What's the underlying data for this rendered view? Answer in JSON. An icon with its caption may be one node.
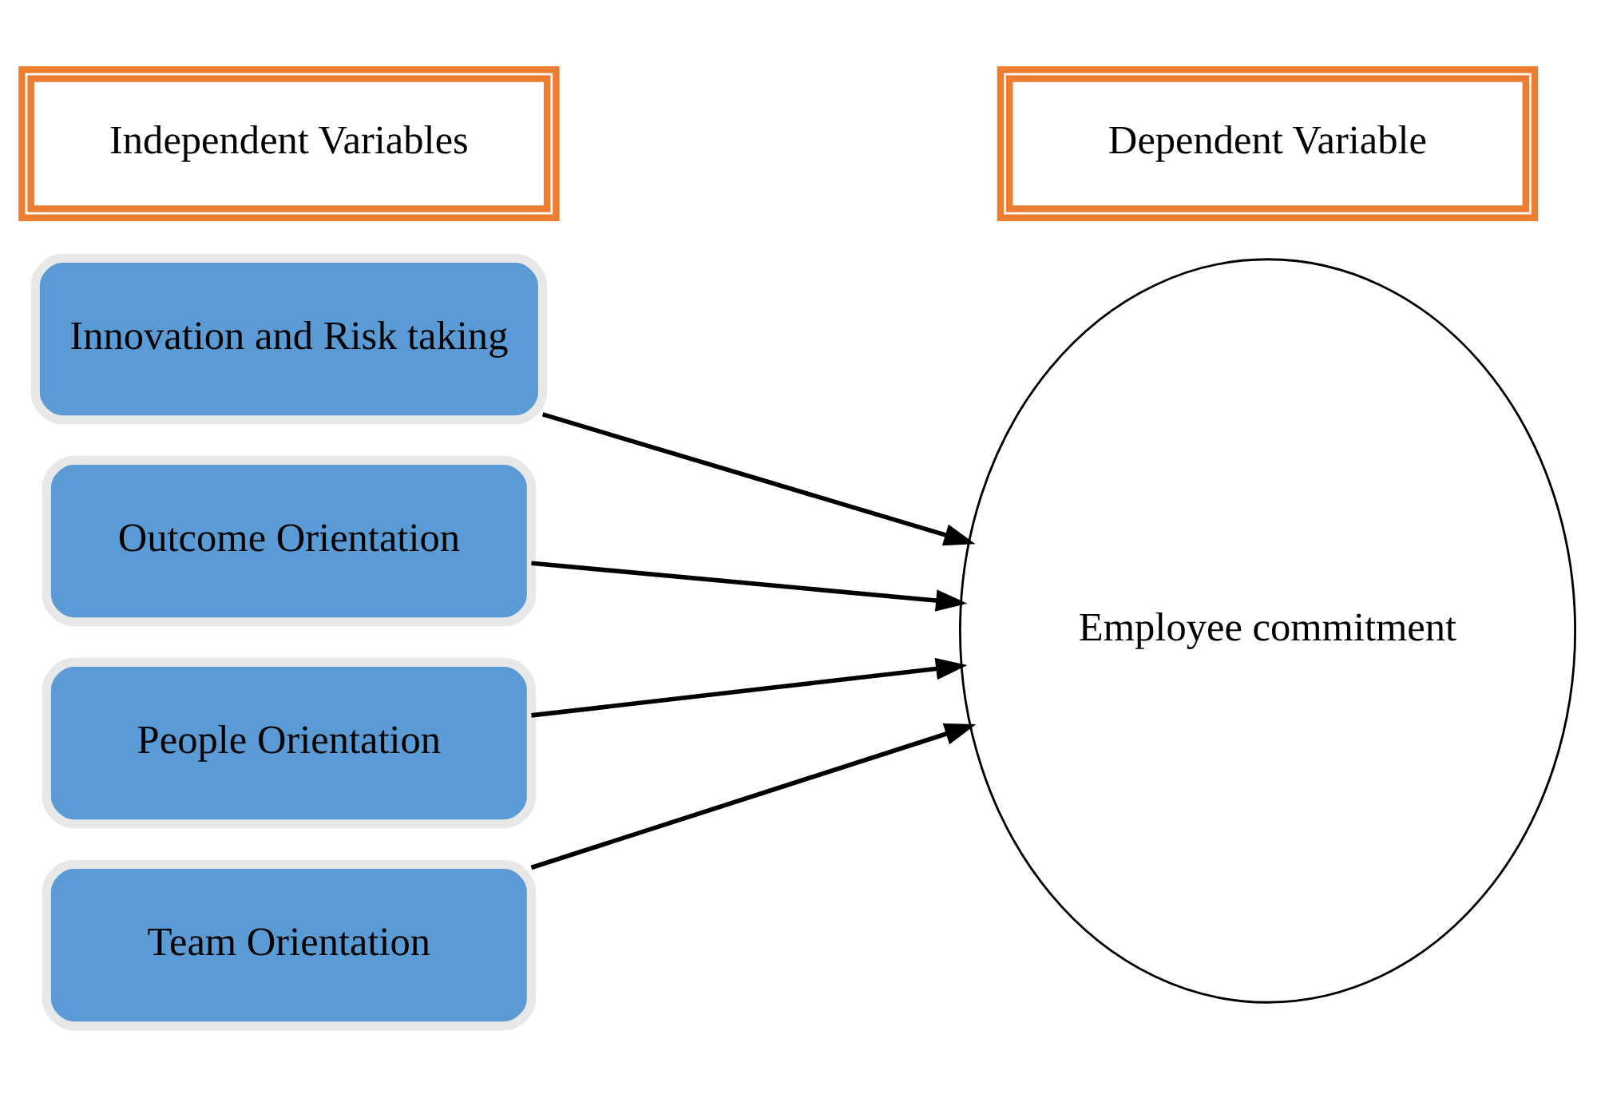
{
  "diagram": {
    "nodes": [
      {
        "text": [
          "Independent Variables"
        ]
      },
      {
        "text": [
          "Dependent Variable"
        ]
      },
      {
        "text": [
          "Innovation and Risk taking"
        ]
      },
      {
        "text": [
          "Outcome Orientation"
        ]
      },
      {
        "text": [
          "People Orientation"
        ]
      },
      {
        "text": [
          "Team Orientation"
        ]
      },
      {
        "text": [
          "Employee commitment"
        ]
      }
    ],
    "edges": [
      {
        "from": 2,
        "to": 6,
        "arrow": "to"
      },
      {
        "from": 3,
        "to": 6,
        "arrow": "to"
      },
      {
        "from": 4,
        "to": 6,
        "arrow": "to"
      },
      {
        "from": 5,
        "to": 6,
        "arrow": "to"
      }
    ]
  }
}
